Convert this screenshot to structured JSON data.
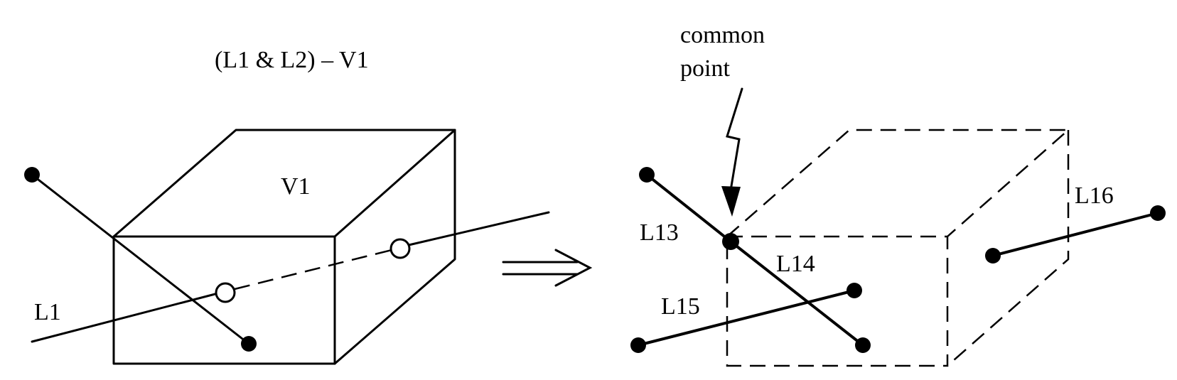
{
  "left": {
    "title": "(L1 & L2) – V1",
    "volume_label": "V1",
    "line_label": "L1"
  },
  "right": {
    "annotation": [
      "common",
      "point"
    ],
    "labels": {
      "l13": "L13",
      "l14": "L14",
      "l15": "L15",
      "l16": "L16"
    }
  },
  "operator_symbol": "⟹"
}
